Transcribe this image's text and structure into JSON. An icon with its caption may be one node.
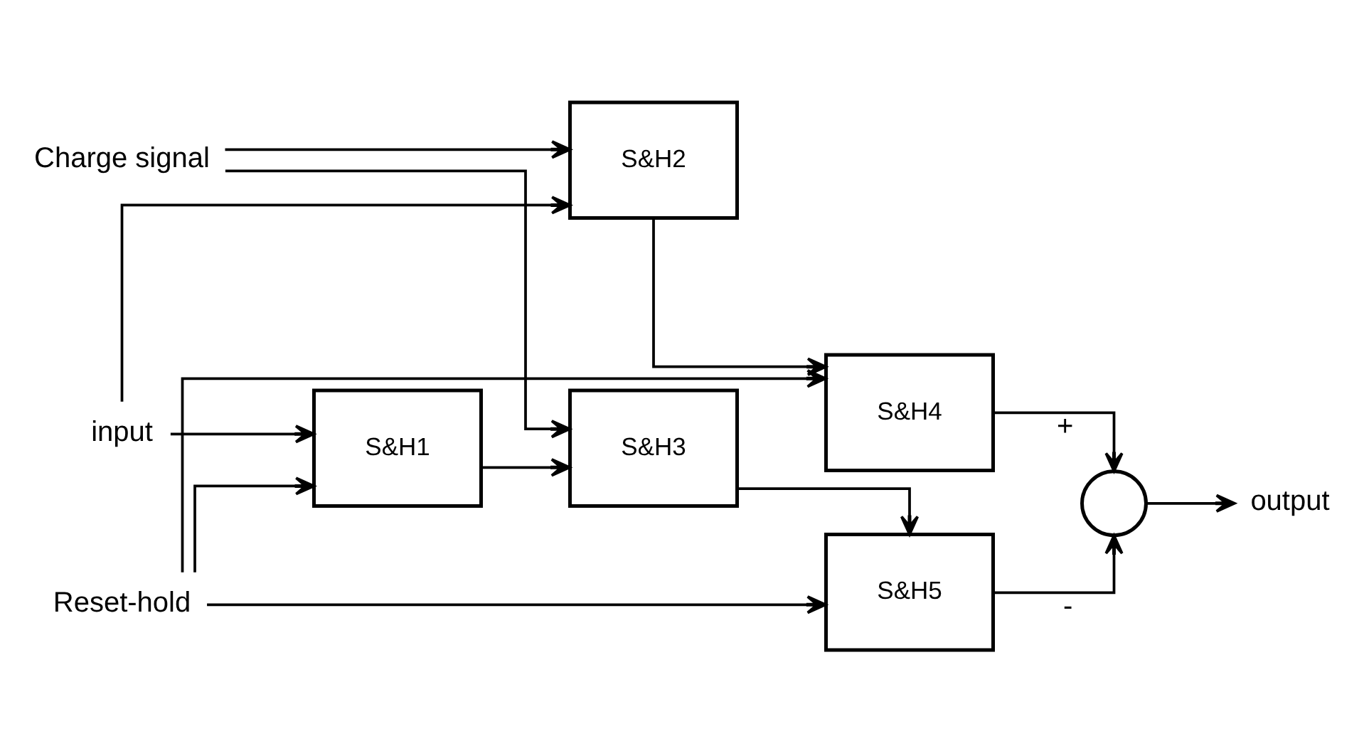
{
  "diagram": {
    "nodes": [
      {
        "text": [
          "input"
        ]
      },
      {
        "text": [
          "S&H1"
        ]
      },
      {
        "text": [
          "S&H3"
        ]
      },
      {
        "text": [
          "S&H5"
        ]
      },
      {
        "text": [
          "S&H2"
        ]
      },
      {
        "text": [
          "S&H4"
        ]
      },
      {
        "text": [],
        "shape": "circle"
      },
      {
        "text": [
          "output"
        ]
      },
      {
        "text": [
          "Reset-hold"
        ]
      },
      {
        "text": [
          "Charge signal"
        ]
      }
    ],
    "edges": [
      {
        "from": 0,
        "to": 1,
        "arrow": "to"
      },
      {
        "from": 0,
        "to": 4,
        "arrow": "to"
      },
      {
        "from": 1,
        "to": 2,
        "arrow": "to"
      },
      {
        "from": 2,
        "to": 3,
        "arrow": "to"
      },
      {
        "from": 4,
        "to": 5,
        "arrow": "to"
      },
      {
        "from": 3,
        "to": 6,
        "arrow": "to",
        "label": "-"
      },
      {
        "from": 5,
        "to": 6,
        "arrow": "to",
        "label": "+"
      },
      {
        "from": 6,
        "to": 7,
        "arrow": "to"
      },
      {
        "from": 8,
        "to": 1,
        "arrow": "to"
      },
      {
        "from": 8,
        "to": 3,
        "arrow": "to"
      },
      {
        "from": 8,
        "to": 5,
        "arrow": "to"
      },
      {
        "from": 9,
        "to": 2,
        "arrow": "to"
      },
      {
        "from": 9,
        "to": 4,
        "arrow": "to"
      }
    ]
  }
}
